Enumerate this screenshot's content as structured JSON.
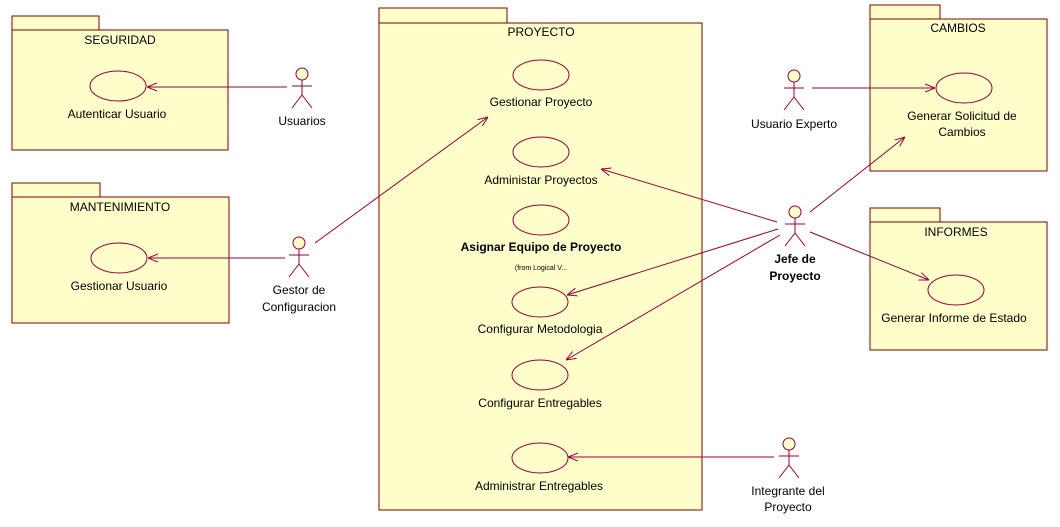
{
  "colors": {
    "fill": "#ffffcc",
    "stroke": "#990033",
    "box_border": "#800000",
    "text": "#000000"
  },
  "packages": {
    "seguridad": {
      "name": "SEGURIDAD"
    },
    "mantenimiento": {
      "name": "MANTENIMIENTO"
    },
    "proyecto": {
      "name": "PROYECTO"
    },
    "cambios": {
      "name": "CAMBIOS"
    },
    "informes": {
      "name": "INFORMES"
    }
  },
  "use_cases": {
    "autenticar_usuario": "Autenticar Usuario",
    "gestionar_usuario": "Gestionar Usuario",
    "gestionar_proyecto": "Gestionar Proyecto",
    "administrar_proyectos": "Administar Proyectos",
    "asignar_equipo": "Asignar Equipo de Proyecto",
    "asignar_equipo_note": "(from Logical V...",
    "configurar_metodologia": "Configurar Metodologia",
    "configurar_entregables": "Configurar Entregables",
    "administrar_entregables": "Administrar Entregables",
    "generar_solicitud_line1": "Generar Solicitud de",
    "generar_solicitud_line2": "Cambios",
    "generar_informe": "Generar Informe de Estado"
  },
  "actors": {
    "usuarios": "Usuarios",
    "gestor_line1": "Gestor de",
    "gestor_line2": "Configuracion",
    "usuario_experto": "Usuario Experto",
    "jefe_line1": "Jefe de",
    "jefe_line2": "Proyecto",
    "integrante_line1": "Integrante del",
    "integrante_line2": "Proyecto"
  }
}
